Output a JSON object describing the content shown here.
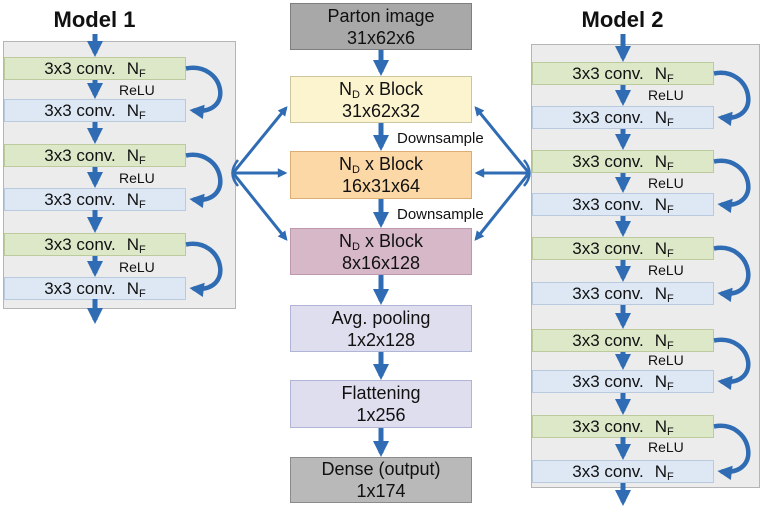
{
  "colors": {
    "arrow_blue": "#2f6cb3",
    "conv_green_bg": "#dce8c8",
    "conv_blue_bg": "#dde8f4",
    "panel_bg": "#ececec",
    "stage_yellow_bg": "#fcf4cf",
    "stage_orange_bg": "#fcd8a6",
    "stage_pink_bg": "#d6b8c9",
    "pool_lavender_bg": "#dfdeee",
    "io_gray_dark_bg": "#a8a8a8",
    "io_gray_light_bg": "#b9b9b9"
  },
  "left": {
    "title": "Model 1"
  },
  "right": {
    "title": "Model 2"
  },
  "shared": {
    "conv_label": "3x3 conv.",
    "filters_base": "N",
    "filters_sub": "F",
    "relu_label": "ReLU",
    "downsample_label": "Downsample",
    "blocks_base": "N",
    "blocks_sub": "D",
    "blocks_suffix": " x Block"
  },
  "center": {
    "parton": {
      "title": "Parton image",
      "shape": "31x62x6"
    },
    "stage1": {
      "shape": "31x62x32"
    },
    "stage2": {
      "shape": "16x31x64"
    },
    "stage3": {
      "shape": "8x16x128"
    },
    "avg_pooling": {
      "title": "Avg. pooling",
      "shape": "1x2x128"
    },
    "flattening": {
      "title": "Flattening",
      "shape": "1x256"
    },
    "dense": {
      "title": "Dense (output)",
      "shape": "1x174"
    }
  }
}
